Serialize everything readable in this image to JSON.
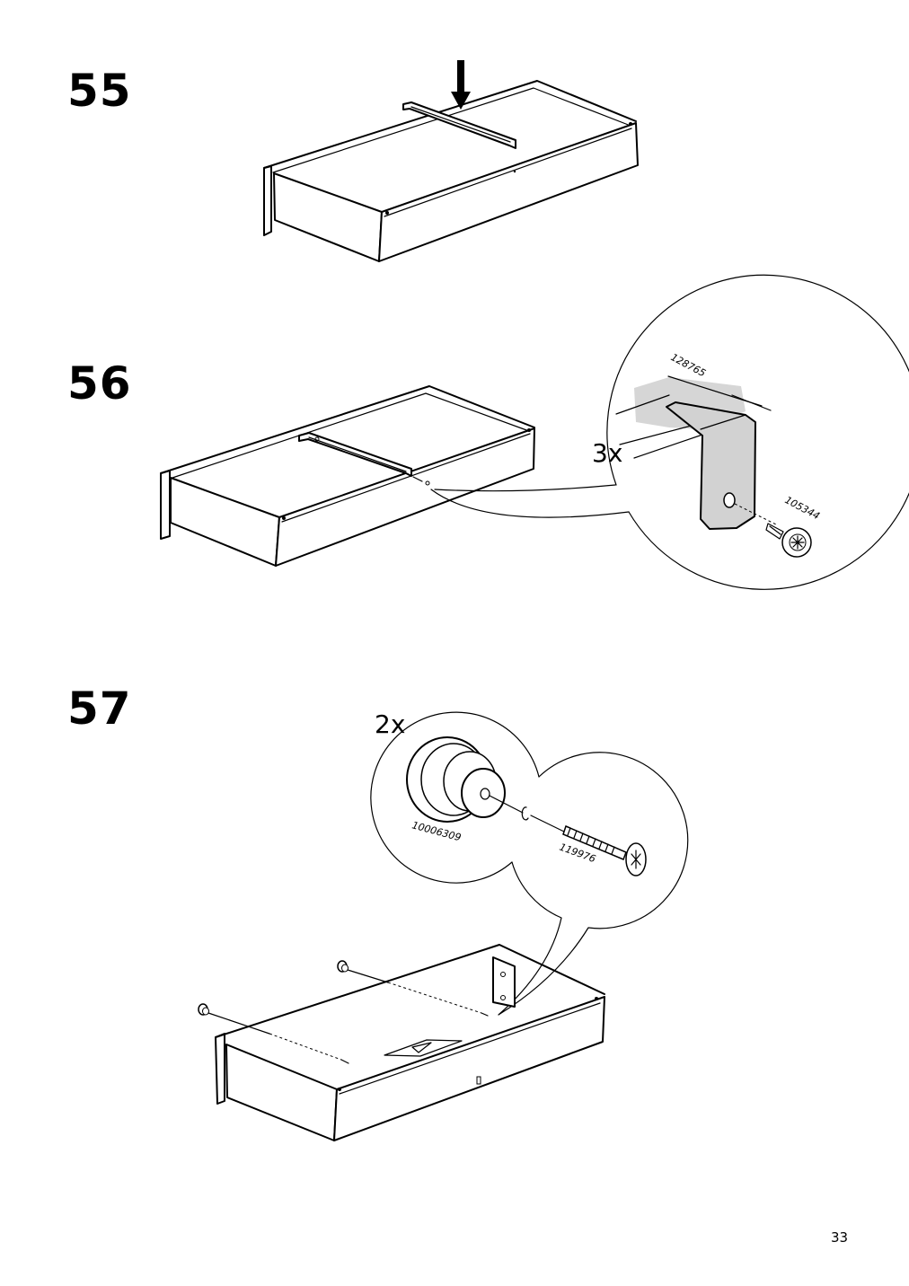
{
  "steps": [
    {
      "number": "55"
    },
    {
      "number": "56",
      "quantity": "3x",
      "parts": [
        "128765",
        "105344"
      ]
    },
    {
      "number": "57",
      "quantity": "2x",
      "parts": [
        "10006309",
        "119976"
      ]
    }
  ],
  "page_number": "33"
}
